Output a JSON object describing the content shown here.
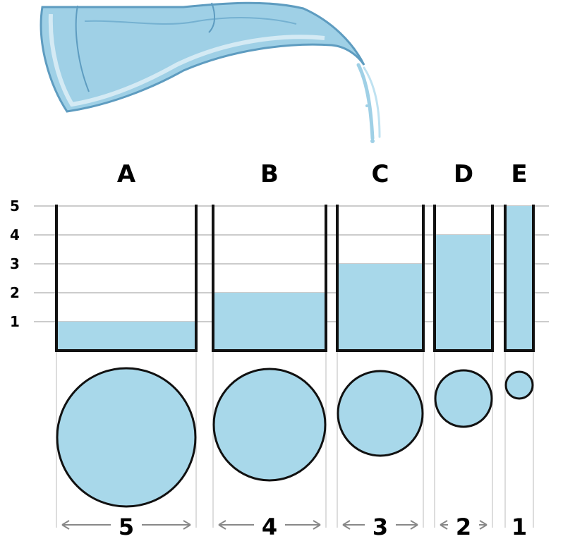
{
  "containers": [
    {
      "label": "A",
      "width": 5,
      "level": 1
    },
    {
      "label": "B",
      "width": 4,
      "level": 2
    },
    {
      "label": "C",
      "width": 3,
      "level": 3
    },
    {
      "label": "D",
      "width": 2,
      "level": 4
    },
    {
      "label": "E",
      "width": 1,
      "level": 5
    }
  ],
  "scale_ticks": [
    "1",
    "2",
    "3",
    "4",
    "5"
  ],
  "colors": {
    "water": "#a8d8ea",
    "outline": "#111111",
    "grid": "#9a9a9a",
    "jug": "#8fc3dd",
    "jug_dark": "#5e9cc0",
    "arrow": "#888888"
  },
  "icons": {
    "pitcher": "water-pitcher-icon"
  }
}
